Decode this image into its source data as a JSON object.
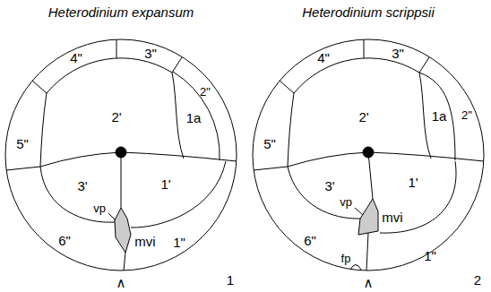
{
  "diagram": {
    "labels": [
      "Heterodinium expansum",
      "4\"",
      "3\"",
      "2\"",
      "1a",
      "2'",
      "5\"",
      "3'",
      "1'",
      "vp",
      "mvi",
      "6\"",
      "1\"",
      "∧",
      "1",
      "Heterodinium scrippsii",
      "4\"",
      "3\"",
      "2'",
      "1a",
      "2\"",
      "5\"",
      "3'",
      "vp",
      "mvi",
      "1'",
      "6\"",
      "fp",
      "1\"",
      "∧",
      "2"
    ]
  }
}
